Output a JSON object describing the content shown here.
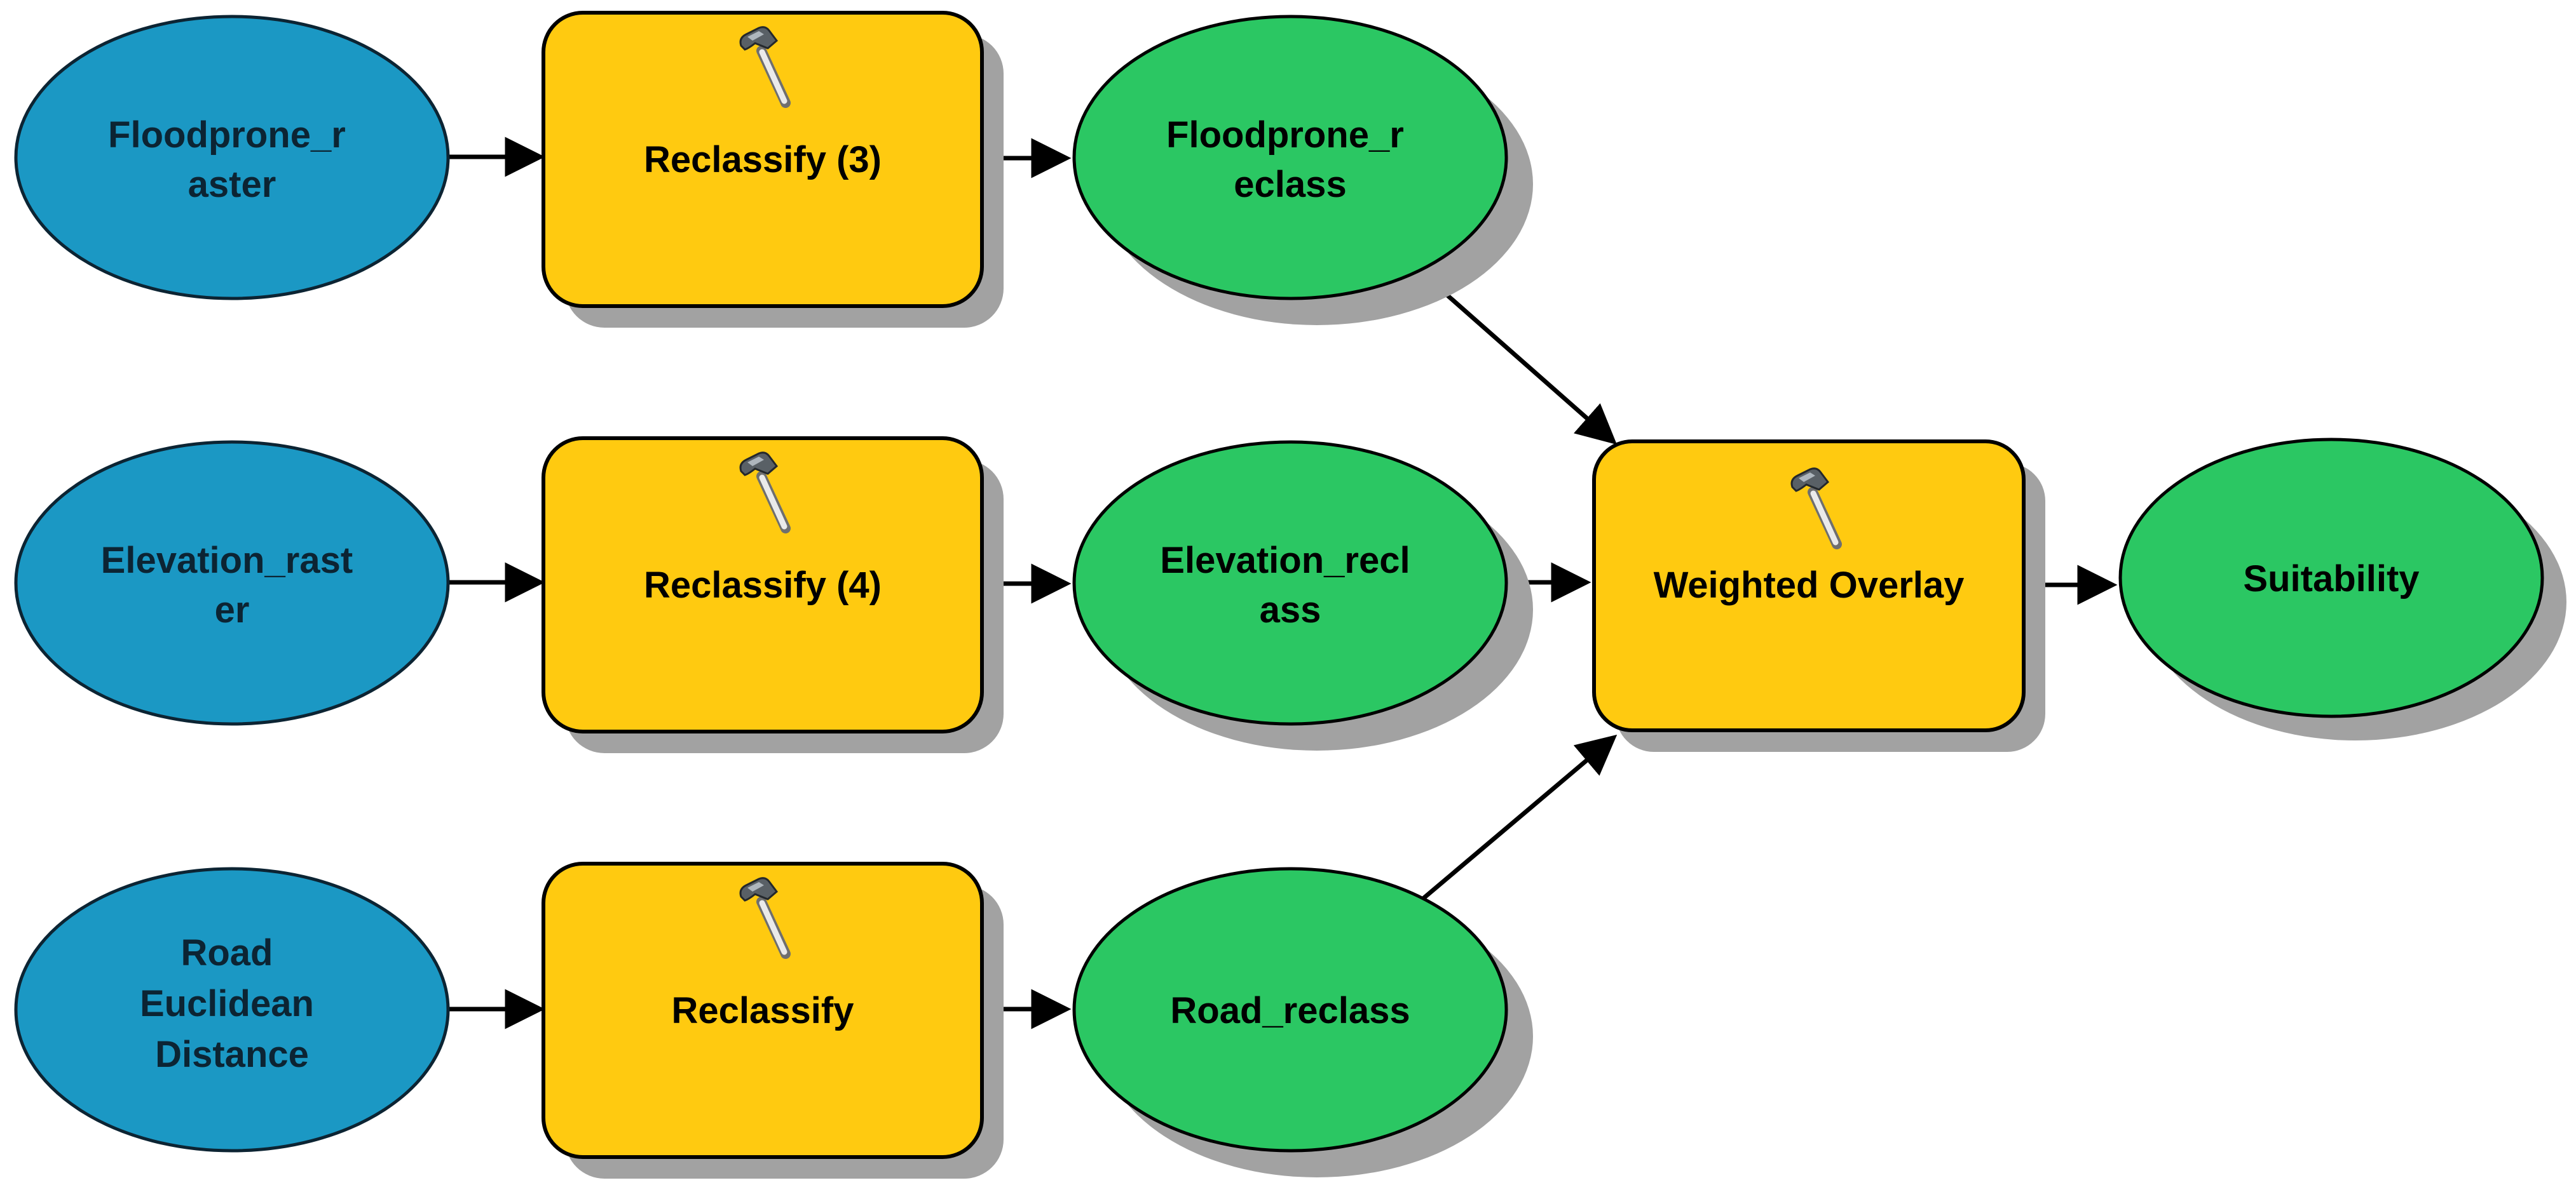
{
  "app": {
    "name": "ModelBuilder suitability model diagram"
  },
  "diagram": {
    "colors": {
      "canvas_bg": "#ffffff",
      "input_fill": "#1b98c4",
      "input_stroke": "#0c2433",
      "input_text": "#0c2433",
      "derived_fill": "#2bc763",
      "derived_stroke": "#000000",
      "tool_fill": "#ffca10",
      "tool_stroke": "#000000",
      "node_text": "#000000",
      "shadow": "#a2a2a2",
      "edge": "#000000"
    },
    "nodes": [
      {
        "id": "floodprone_raster",
        "type": "input-data",
        "shape": "ellipse",
        "label": "Floodprone_raster",
        "lines": [
          "Floodprone_r",
          "aster"
        ]
      },
      {
        "id": "reclassify_3",
        "type": "tool",
        "shape": "rounded-rect",
        "icon": "hammer-icon",
        "label": "Reclassify (3)",
        "lines": [
          "Reclassify (3)"
        ]
      },
      {
        "id": "floodprone_reclass",
        "type": "derived-data",
        "shape": "ellipse",
        "label": "Floodprone_reclass",
        "lines": [
          "Floodprone_r",
          "eclass"
        ]
      },
      {
        "id": "elevation_raster",
        "type": "input-data",
        "shape": "ellipse",
        "label": "Elevation_raster",
        "lines": [
          "Elevation_rast",
          "er"
        ]
      },
      {
        "id": "reclassify_4",
        "type": "tool",
        "shape": "rounded-rect",
        "icon": "hammer-icon",
        "label": "Reclassify (4)",
        "lines": [
          "Reclassify (4)"
        ]
      },
      {
        "id": "elevation_reclass",
        "type": "derived-data",
        "shape": "ellipse",
        "label": "Elevation_reclass",
        "lines": [
          "Elevation_recl",
          "ass"
        ]
      },
      {
        "id": "road_euclidean_distance",
        "type": "input-data",
        "shape": "ellipse",
        "label": "Road Euclidean Distance",
        "lines": [
          "Road",
          "Euclidean",
          "Distance"
        ]
      },
      {
        "id": "reclassify",
        "type": "tool",
        "shape": "rounded-rect",
        "icon": "hammer-icon",
        "label": "Reclassify",
        "lines": [
          "Reclassify"
        ]
      },
      {
        "id": "road_reclass",
        "type": "derived-data",
        "shape": "ellipse",
        "label": "Road_reclass",
        "lines": [
          "Road_reclass"
        ]
      },
      {
        "id": "weighted_overlay",
        "type": "tool",
        "shape": "rounded-rect",
        "icon": "hammer-icon",
        "label": "Weighted Overlay",
        "lines": [
          "Weighted Overlay"
        ]
      },
      {
        "id": "suitability",
        "type": "derived-data",
        "shape": "ellipse",
        "label": "Suitability",
        "lines": [
          "Suitability"
        ]
      }
    ],
    "edges": [
      {
        "from": "floodprone_raster",
        "to": "reclassify_3"
      },
      {
        "from": "reclassify_3",
        "to": "floodprone_reclass"
      },
      {
        "from": "floodprone_reclass",
        "to": "weighted_overlay"
      },
      {
        "from": "elevation_raster",
        "to": "reclassify_4"
      },
      {
        "from": "reclassify_4",
        "to": "elevation_reclass"
      },
      {
        "from": "elevation_reclass",
        "to": "weighted_overlay"
      },
      {
        "from": "road_euclidean_distance",
        "to": "reclassify"
      },
      {
        "from": "reclassify",
        "to": "road_reclass"
      },
      {
        "from": "road_reclass",
        "to": "weighted_overlay"
      },
      {
        "from": "weighted_overlay",
        "to": "suitability"
      }
    ]
  }
}
